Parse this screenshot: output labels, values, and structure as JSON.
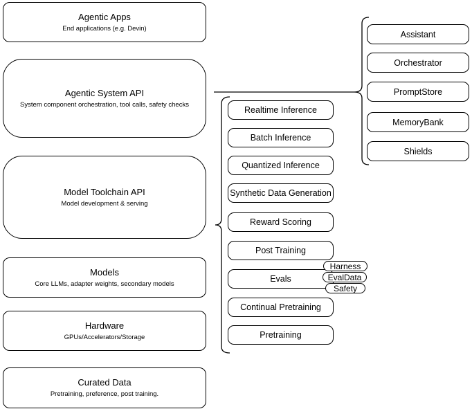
{
  "left": [
    {
      "title": "Agentic Apps",
      "subtitle": "End applications (e.g. Devin)"
    },
    {
      "title": "Agentic System API",
      "subtitle": "System component orchestration, tool calls, safety checks"
    },
    {
      "title": "Model Toolchain API",
      "subtitle": "Model development & serving"
    },
    {
      "title": "Models",
      "subtitle": "Core LLMs, adapter weights, secondary models"
    },
    {
      "title": "Hardware",
      "subtitle": "GPUs/Accelerators/Storage"
    },
    {
      "title": "Curated Data",
      "subtitle": "Pretraining, preference, post training."
    }
  ],
  "middle": [
    "Realtime Inference",
    "Batch Inference",
    "Quantized Inference",
    "Synthetic Data Generation",
    "Reward Scoring",
    "Post Training",
    "Evals",
    "Continual Pretraining",
    "Pretraining"
  ],
  "eval_pills": [
    "Harness",
    "EvalData",
    "Safety"
  ],
  "right": [
    "Assistant",
    "Orchestrator",
    "PromptStore",
    "MemoryBank",
    "Shields"
  ],
  "colors": {
    "stroke": "#000000",
    "fill": "#ffffff",
    "text": "#000000",
    "canvas": "#ffffff"
  }
}
